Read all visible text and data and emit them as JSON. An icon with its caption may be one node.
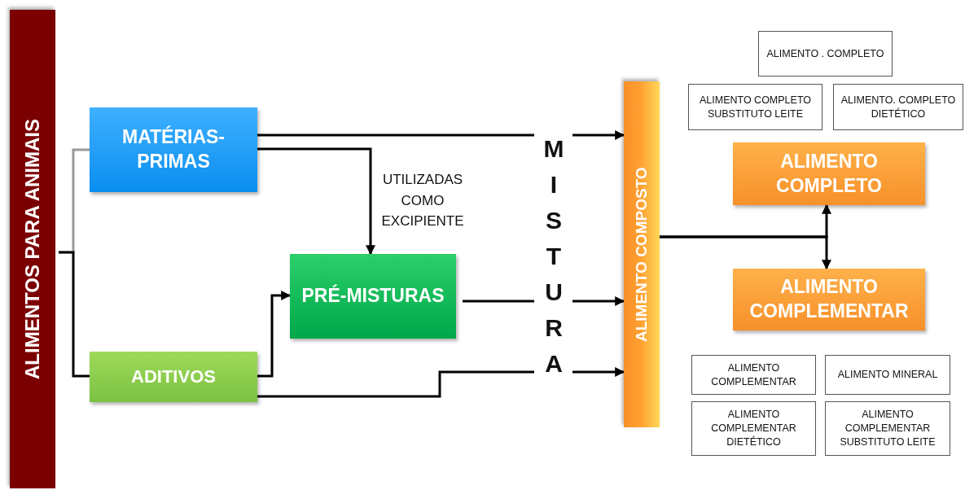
{
  "diagram": {
    "nodes": [
      {
        "text": [
          "ALIMENTOS PARA ANIMAIS"
        ]
      },
      {
        "text": [
          "MATÉRIAS-PRIMAS"
        ]
      },
      {
        "text": [
          "PRÉ-MISTURAS"
        ]
      },
      {
        "text": [
          "ADITIVOS"
        ]
      },
      {
        "text": [
          "MISTURA"
        ]
      },
      {
        "text": [
          "ALIMENTO COMPOSTO"
        ]
      },
      {
        "text": [
          "ALIMENTO . COMPLETO"
        ]
      },
      {
        "text": [
          "ALIMENTO COMPLETO SUBSTITUTO LEITE"
        ]
      },
      {
        "text": [
          "ALIMENTO. COMPLETO DIETÉTICO"
        ]
      },
      {
        "text": [
          "ALIMENTO COMPLETO"
        ]
      },
      {
        "text": [
          "ALIMENTO COMPLEMENTAR"
        ]
      },
      {
        "text": [
          "ALIMENTO COMPLEMENTAR"
        ]
      },
      {
        "text": [
          "ALIMENTO MINERAL"
        ]
      },
      {
        "text": [
          "ALIMENTO COMPLEMENTAR DIETÉTICO"
        ]
      },
      {
        "text": [
          "ALIMENTO COMPLEMENTAR SUBSTITUTO LEITE"
        ]
      }
    ],
    "edges": [
      {
        "from": 0,
        "to": 1,
        "arrow": "none",
        "color": "#9a9a9a"
      },
      {
        "from": 0,
        "to": 3,
        "arrow": "none"
      },
      {
        "from": 1,
        "to": 4,
        "arrow": "none"
      },
      {
        "from": 1,
        "to": 2,
        "arrow": "to",
        "label": "UTILIZADAS COMO EXCIPIENTE"
      },
      {
        "from": 3,
        "to": 2,
        "arrow": "to"
      },
      {
        "from": 2,
        "to": 4,
        "arrow": "none"
      },
      {
        "from": 3,
        "to": 4,
        "arrow": "none"
      },
      {
        "from": 4,
        "to": 5,
        "arrow": "to"
      },
      {
        "from": 4,
        "to": 5,
        "arrow": "to"
      },
      {
        "from": 4,
        "to": 5,
        "arrow": "to"
      },
      {
        "from": 5,
        "to": 9,
        "arrow": "to"
      },
      {
        "from": 5,
        "to": 10,
        "arrow": "to"
      }
    ]
  }
}
